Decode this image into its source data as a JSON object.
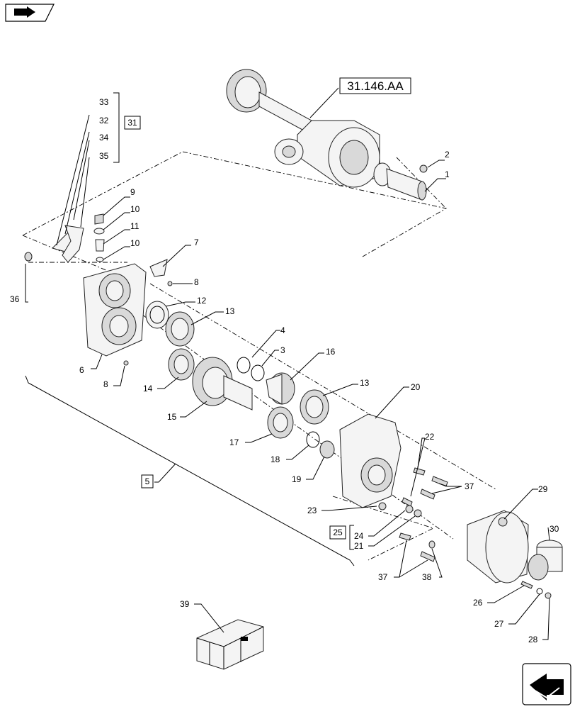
{
  "diagram": {
    "reference": "31.146.AA",
    "group_boxes": [
      "31",
      "5",
      "25"
    ],
    "callouts": [
      "1",
      "2",
      "3",
      "4",
      "5",
      "6",
      "7",
      "8",
      "8",
      "9",
      "10",
      "10",
      "11",
      "12",
      "13",
      "13",
      "14",
      "15",
      "16",
      "17",
      "18",
      "19",
      "20",
      "21",
      "22",
      "23",
      "24",
      "25",
      "26",
      "27",
      "28",
      "29",
      "30",
      "31",
      "32",
      "33",
      "34",
      "35",
      "36",
      "37",
      "37",
      "38",
      "39"
    ]
  },
  "icons": {
    "top_left": "folded-page-arrow-icon",
    "bottom_right": "navigation-arrow-icon"
  },
  "colors": {
    "line": "#000000",
    "part_fill": "#f4f4f4",
    "part_shade": "#d9d9d9"
  }
}
